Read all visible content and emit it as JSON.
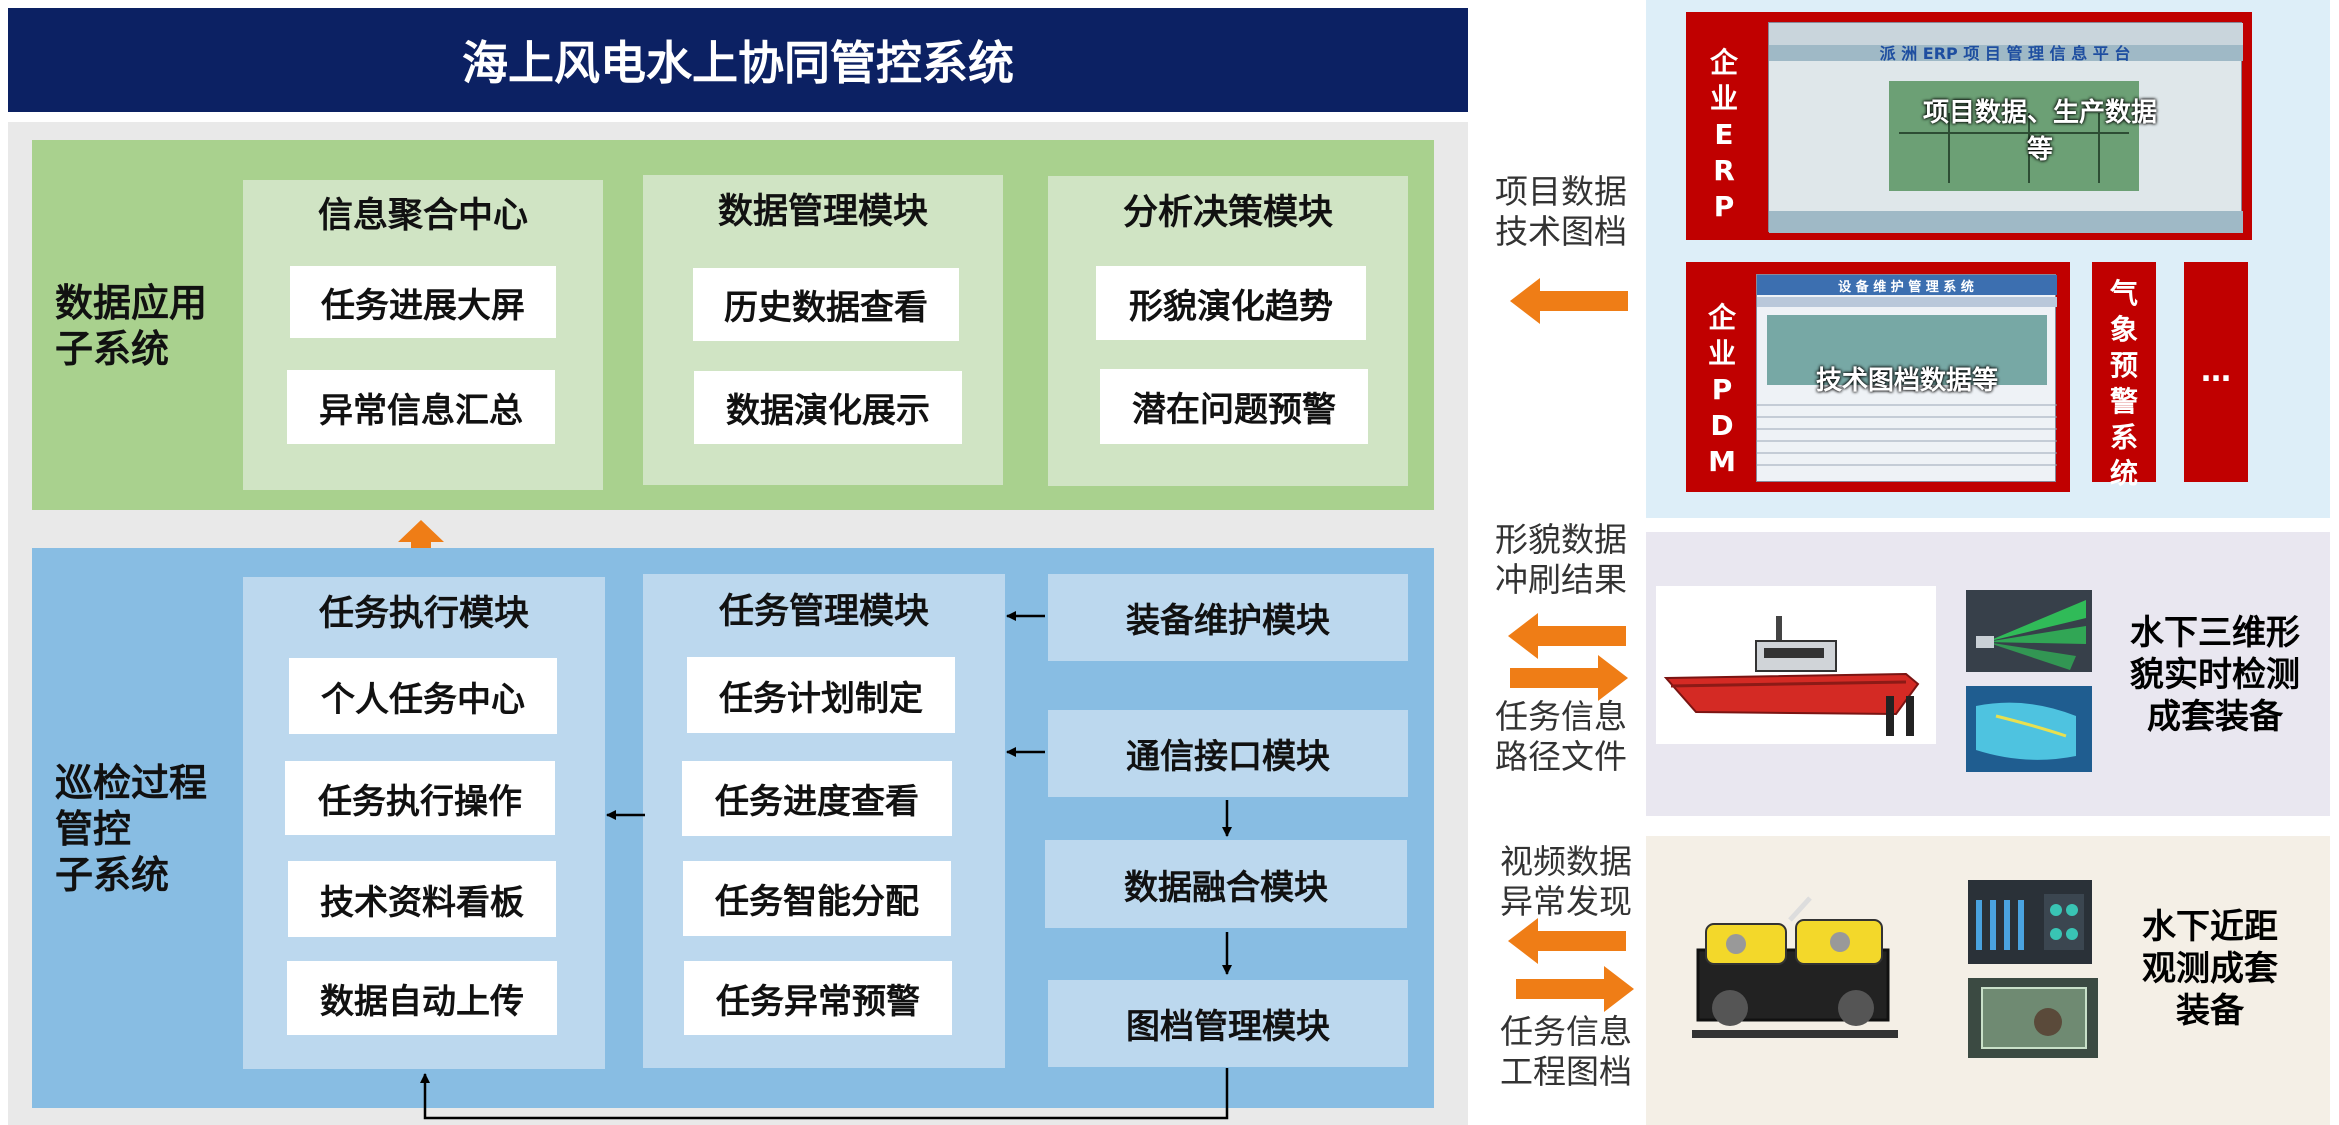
{
  "title": "海上风电水上协同管控系统",
  "data_app": {
    "label_l1": "数据应用",
    "label_l2": "子系统",
    "columns": [
      {
        "title": "信息聚合中心",
        "items": [
          "任务进展大屏",
          "异常信息汇总"
        ]
      },
      {
        "title": "数据管理模块",
        "items": [
          "历史数据查看",
          "数据演化展示"
        ]
      },
      {
        "title": "分析决策模块",
        "items": [
          "形貌演化趋势",
          "潜在问题预警"
        ]
      }
    ]
  },
  "inspection": {
    "label_l1": "巡检过程",
    "label_l2": "管控",
    "label_l3": "子系统",
    "columns": [
      {
        "title": "任务执行模块",
        "items": [
          "个人任务中心",
          "任务执行操作",
          "技术资料看板",
          "数据自动上传"
        ]
      },
      {
        "title": "任务管理模块",
        "items": [
          "任务计划制定",
          "任务进度查看",
          "任务智能分配",
          "任务异常预警"
        ]
      }
    ],
    "modules": [
      "装备维护模块",
      "通信接口模块",
      "数据融合模块",
      "图档管理模块"
    ]
  },
  "right": {
    "erp_flow": {
      "l1": "项目数据",
      "l2": "技术图档"
    },
    "erp_label": "企\n业\nE\nR\nP",
    "erp_overlay_l1": "项目数据、生产数据",
    "erp_overlay_l2": "等",
    "erp_screen_title": "派 洲 ERP 项 目 管 理 信 息 平 台",
    "pdm_label": "企\n业\nP\nD\nM",
    "pdm_overlay": "技术图档数据等",
    "pdm_screen_title": "设 备 维 护 管 理 系 统",
    "weather_label": "气\n象\n预\n警\n系\n统",
    "more_label": "…",
    "topo_flow_in": {
      "l1": "形貌数据",
      "l2": "冲刷结果"
    },
    "topo_flow_out": {
      "l1": "任务信息",
      "l2": "路径文件"
    },
    "topo_equip": {
      "l1": "水下三维形",
      "l2": "貌实时检测",
      "l3": "成套装备"
    },
    "video_flow_in": {
      "l1": "视频数据",
      "l2": "异常发现"
    },
    "video_flow_out": {
      "l1": "任务信息",
      "l2": "工程图档"
    },
    "video_equip": {
      "l1": "水下近距",
      "l2": "观测成套",
      "l3": "装备"
    }
  },
  "colors": {
    "title_bar": "#0c2163",
    "green": "#a9d18e",
    "blue": "#88bde3",
    "red": "#c00000",
    "orange": "#ef7d16"
  }
}
